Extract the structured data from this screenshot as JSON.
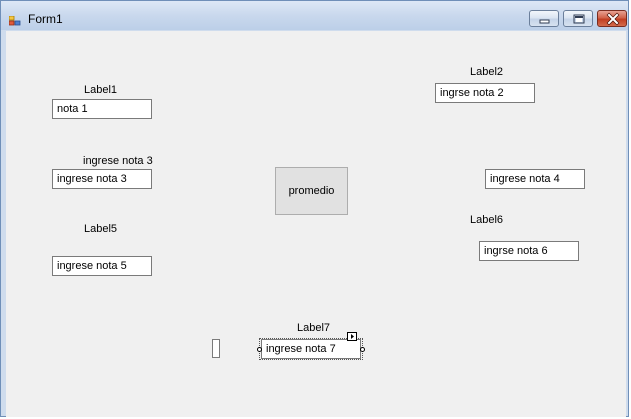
{
  "window": {
    "title": "Form1"
  },
  "form": {
    "label1": "Label1",
    "label2": "Label2",
    "label3": "ingrese nota 3",
    "label5": "Label5",
    "label6": "Label6",
    "label7": "Label7",
    "textbox1": "nota 1",
    "textbox2": "ingrse nota 2",
    "textbox3": "ingrese nota 3",
    "textbox4": "ingrese nota 4",
    "textbox5": "ingrese nota 5",
    "textbox6": "ingrse nota 6",
    "textbox7": "ingrese nota 7",
    "button_label": "promedio"
  },
  "colors": {
    "client_bg": "#f0f0f0",
    "titlebar": "#c9d8ed",
    "close_button": "#c94a2b"
  },
  "icons": [
    "app-icon",
    "minimize-icon",
    "maximize-icon",
    "close-icon",
    "smart-tag-arrow-icon"
  ]
}
